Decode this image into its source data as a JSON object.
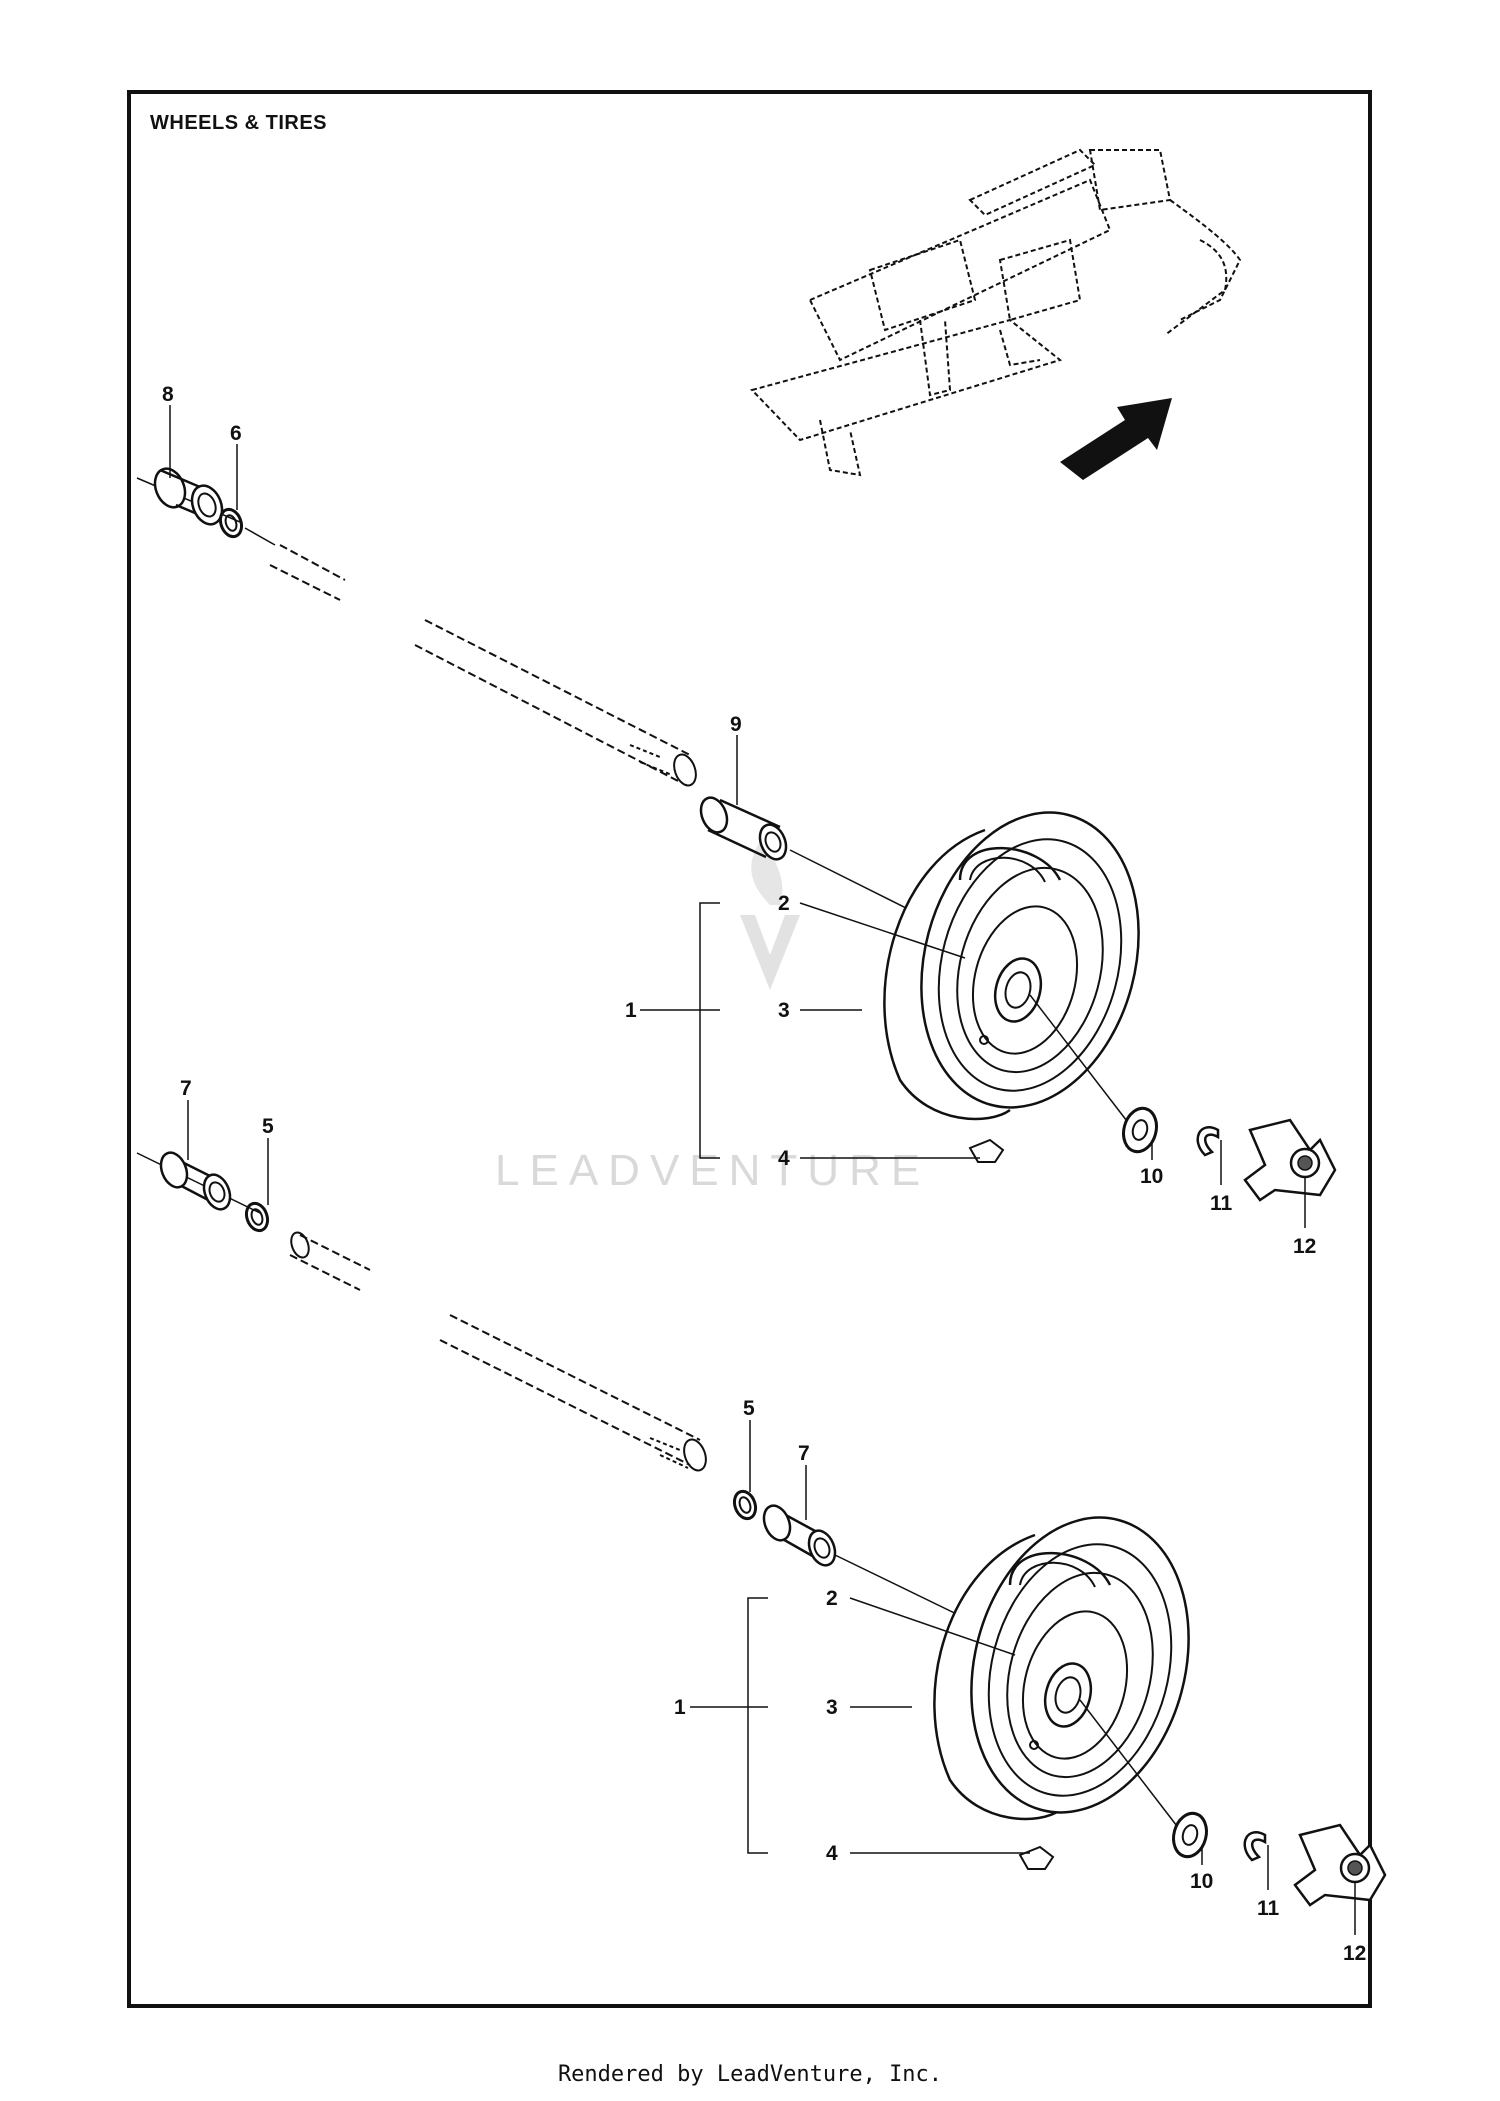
{
  "diagram": {
    "title": "WHEELS & TIRES",
    "watermark": "LEADVENTURE",
    "footer": "Rendered by LeadVenture, Inc.",
    "callouts": {
      "upper_8": "8",
      "upper_6": "6",
      "upper_9": "9",
      "upper_2": "2",
      "upper_3": "3",
      "upper_1": "1",
      "upper_4": "4",
      "upper_10": "10",
      "upper_11": "11",
      "upper_12": "12",
      "lower_7": "7",
      "lower_5": "5",
      "mid_5": "5",
      "mid_7": "7",
      "lower_2": "2",
      "lower_3": "3",
      "lower_1": "1",
      "lower_4": "4",
      "lower_10": "10",
      "lower_11": "11",
      "lower_12": "12"
    }
  }
}
